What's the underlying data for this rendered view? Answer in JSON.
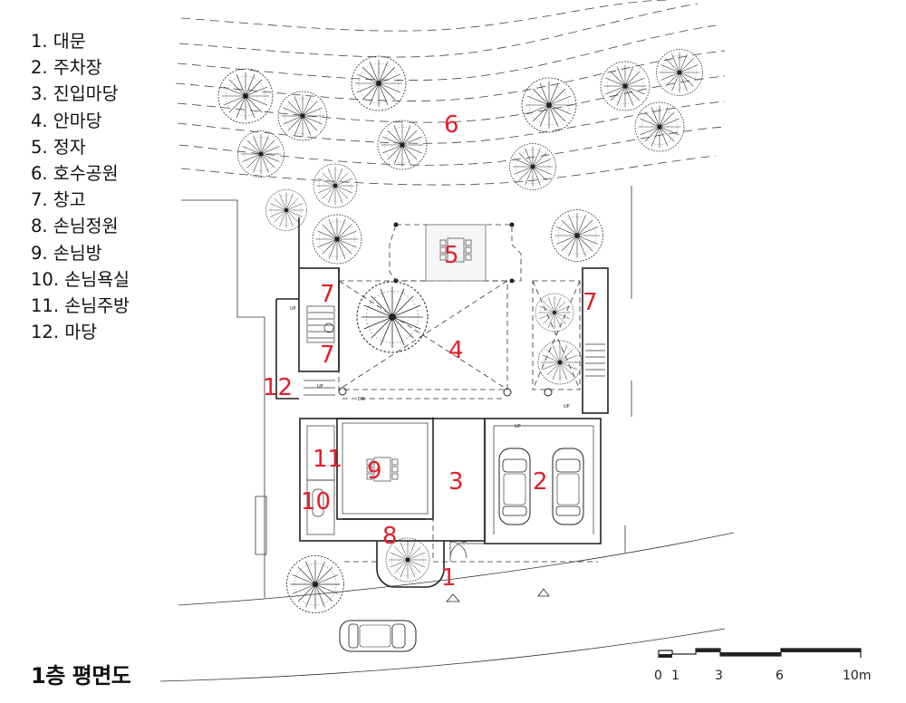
{
  "legend": [
    "1. 대문",
    "2. 주차장",
    "3. 진입마당",
    "4. 안마당",
    "5. 정자",
    "6. 호수공원",
    "7. 창고",
    "8. 손님정원",
    "9. 손님방",
    "10. 손님욕실",
    "11. 손님주방",
    "12. 마당"
  ],
  "title": "1층 평면도",
  "plan_labels": {
    "n1": "1",
    "n2": "2",
    "n3": "3",
    "n4": "4",
    "n5": "5",
    "n6": "6",
    "n7a": "7",
    "n7b": "7",
    "n7c": "7",
    "n8": "8",
    "n9": "9",
    "n10": "10",
    "n11": "11",
    "n12": "12"
  },
  "small_marks": {
    "up_a": "UP",
    "up_b": "UP",
    "up_c": "UP",
    "up_d": "UP",
    "dn": "DN"
  },
  "scale_bar": {
    "ticks": [
      "0",
      "1",
      "3",
      "6",
      "10m"
    ]
  },
  "colors": {
    "label_red": "#e0202a",
    "line": "#222222"
  }
}
